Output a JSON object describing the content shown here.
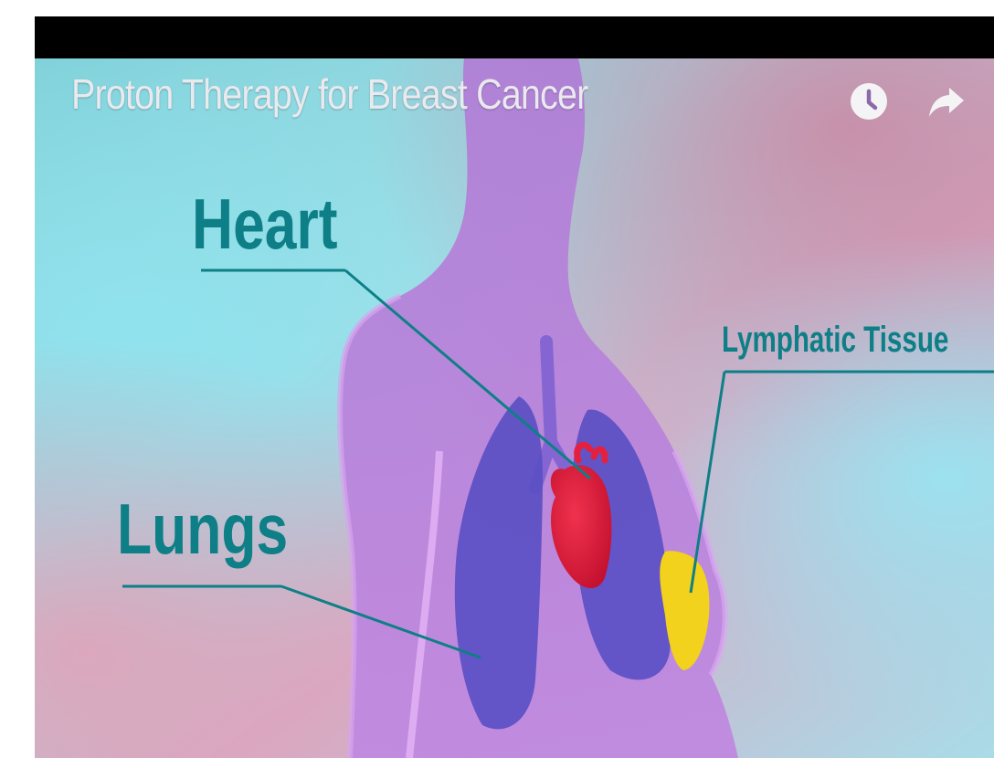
{
  "video": {
    "title": "Proton Therapy for Breast Cancer",
    "controls": {
      "watch_later_icon": "clock-icon",
      "share_icon": "share-arrow-icon"
    }
  },
  "labels": {
    "heart": "Heart",
    "lungs": "Lungs",
    "lymphatic": "Lymphatic Tissue"
  },
  "colors": {
    "label_teal": "#0e7f86",
    "body_purple": "#b77ee0",
    "lung_blue": "#5b4fc4",
    "heart_red": "#e5203f",
    "tissue_yellow": "#f2d21c"
  }
}
